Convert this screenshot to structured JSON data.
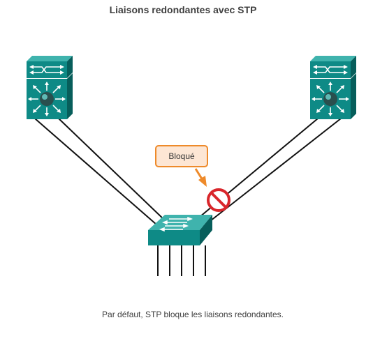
{
  "title": "Liaisons redondantes avec STP",
  "callout_label": "Bloqué",
  "caption": "Par défaut, STP bloque les liaisons redondantes.",
  "devices": {
    "left": "multilayer-switch",
    "right": "multilayer-switch",
    "center": "access-switch"
  },
  "link_state": {
    "left_links": "forwarding",
    "right_links": "blocked"
  },
  "colors": {
    "device_teal": "#0e8a86",
    "device_dark": "#075e5b",
    "device_light": "#3fb3ad",
    "block_red": "#d9262b",
    "callout_orange": "#ee8a2a",
    "callout_fill": "#fde6d4",
    "link": "#111111"
  }
}
